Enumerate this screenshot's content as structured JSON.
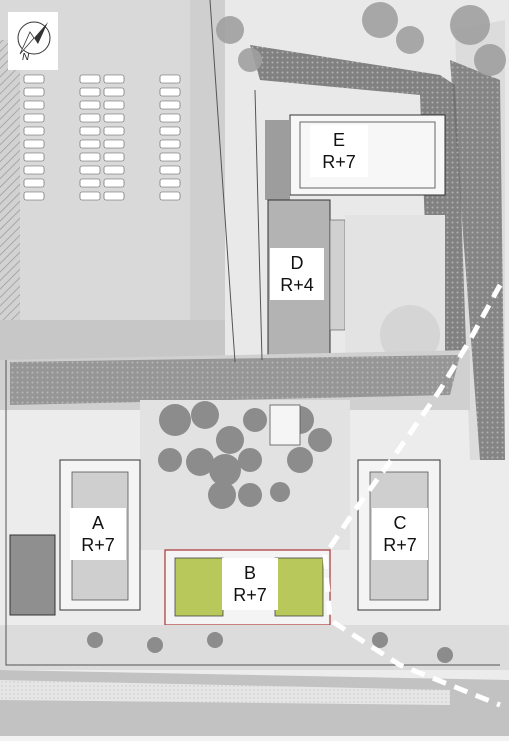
{
  "compass": {
    "letter": "N",
    "icon": "north-arrow-icon"
  },
  "buildings": [
    {
      "id": "A",
      "floors": "R+7"
    },
    {
      "id": "B",
      "floors": "R+7"
    },
    {
      "id": "C",
      "floors": "R+7"
    },
    {
      "id": "D",
      "floors": "R+4"
    },
    {
      "id": "E",
      "floors": "R+7"
    }
  ],
  "colors": {
    "parking_surface": "#d9d9d9",
    "building_b_accent": "#b9c85a",
    "tree": "#8c8c8c",
    "hatched_path": "#7a7a7a",
    "boundary_dash": "#ffffff"
  }
}
